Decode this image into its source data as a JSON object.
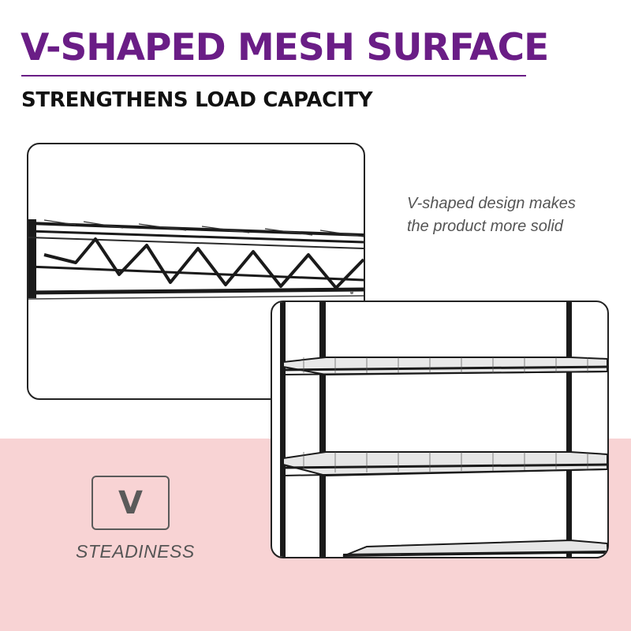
{
  "header": {
    "title": "V-SHAPED MESH SURFACE",
    "subtitle": "STRENGTHENS LOAD CAPACITY"
  },
  "caption": {
    "line1": "V-shaped design makes",
    "line2": "the product more solid"
  },
  "feature": {
    "badge_letter": "V",
    "label": "STEADINESS"
  },
  "colors": {
    "title": "#6a1d86",
    "band": "#f8d3d4",
    "wire": "#1a1a1a"
  },
  "icons": [
    "v-letter-badge-icon"
  ]
}
